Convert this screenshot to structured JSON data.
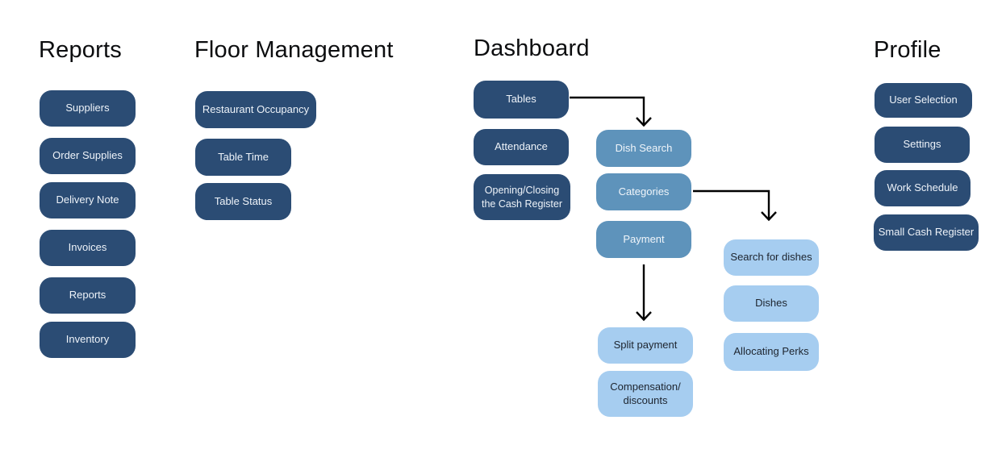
{
  "sections": {
    "reports": {
      "title": "Reports",
      "items": [
        "Suppliers",
        "Order Supplies",
        "Delivery Note",
        "Invoices",
        "Reports",
        "Inventory"
      ]
    },
    "floor_management": {
      "title": "Floor Management",
      "items": [
        "Restaurant Occupancy",
        "Table Time",
        "Table Status"
      ]
    },
    "dashboard": {
      "title": "Dashboard",
      "primary": [
        "Tables",
        "Attendance",
        "Opening/Closing\nthe Cash Register"
      ],
      "secondary": [
        "Dish Search",
        "Categories",
        "Payment"
      ],
      "categories_children": [
        "Search for dishes",
        "Dishes",
        "Allocating Perks"
      ],
      "payment_children": [
        "Split payment",
        "Compensation/\ndiscounts"
      ],
      "connections": [
        {
          "from": "Tables",
          "to": "Dish Search"
        },
        {
          "from": "Categories",
          "to": "Search for dishes"
        },
        {
          "from": "Payment",
          "to": "Split payment"
        }
      ]
    },
    "profile": {
      "title": "Profile",
      "items": [
        "User Selection",
        "Settings",
        "Work Schedule",
        "Small Cash Register"
      ]
    }
  },
  "colors": {
    "background": "#ffffff",
    "dark_node": "#2b4c74",
    "medium_node": "#5e93bb",
    "light_node": "#a6cdf0",
    "dark_node_text": "#eef3f9",
    "light_node_text": "#1d242e",
    "title_text": "#0c0d0f",
    "arrow": "#000000"
  }
}
